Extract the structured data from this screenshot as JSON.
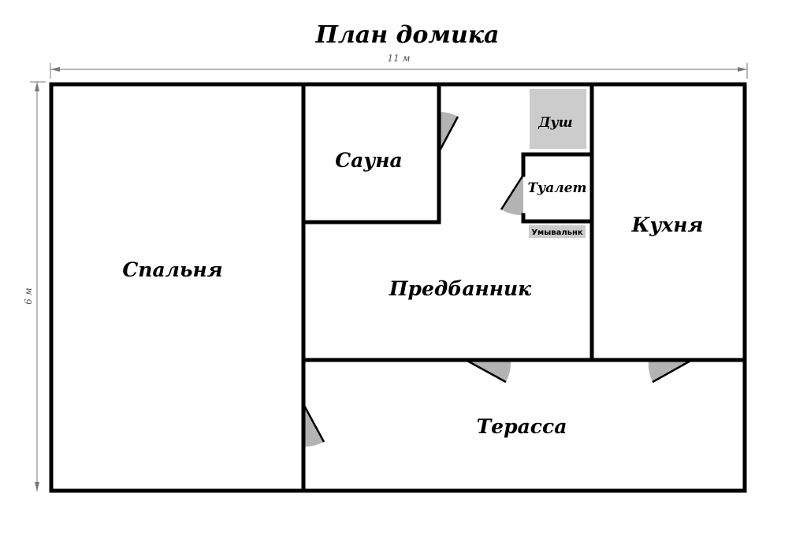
{
  "title": "План домика",
  "dimensions": {
    "width_label": "11 м",
    "height_label": "6 м"
  },
  "rooms": {
    "bedroom": "Спальня",
    "sauna": "Сауна",
    "shower": "Душ",
    "toilet": "Туалет",
    "washbasin": "Умывальнк",
    "kitchen": "Кухня",
    "anteroom": "Предбанник",
    "terrace": "Терасса"
  },
  "colors": {
    "wall": "#000000",
    "door_swing": "#b3b3b3",
    "fixture": "#cccccc",
    "dimension": "#777777"
  }
}
